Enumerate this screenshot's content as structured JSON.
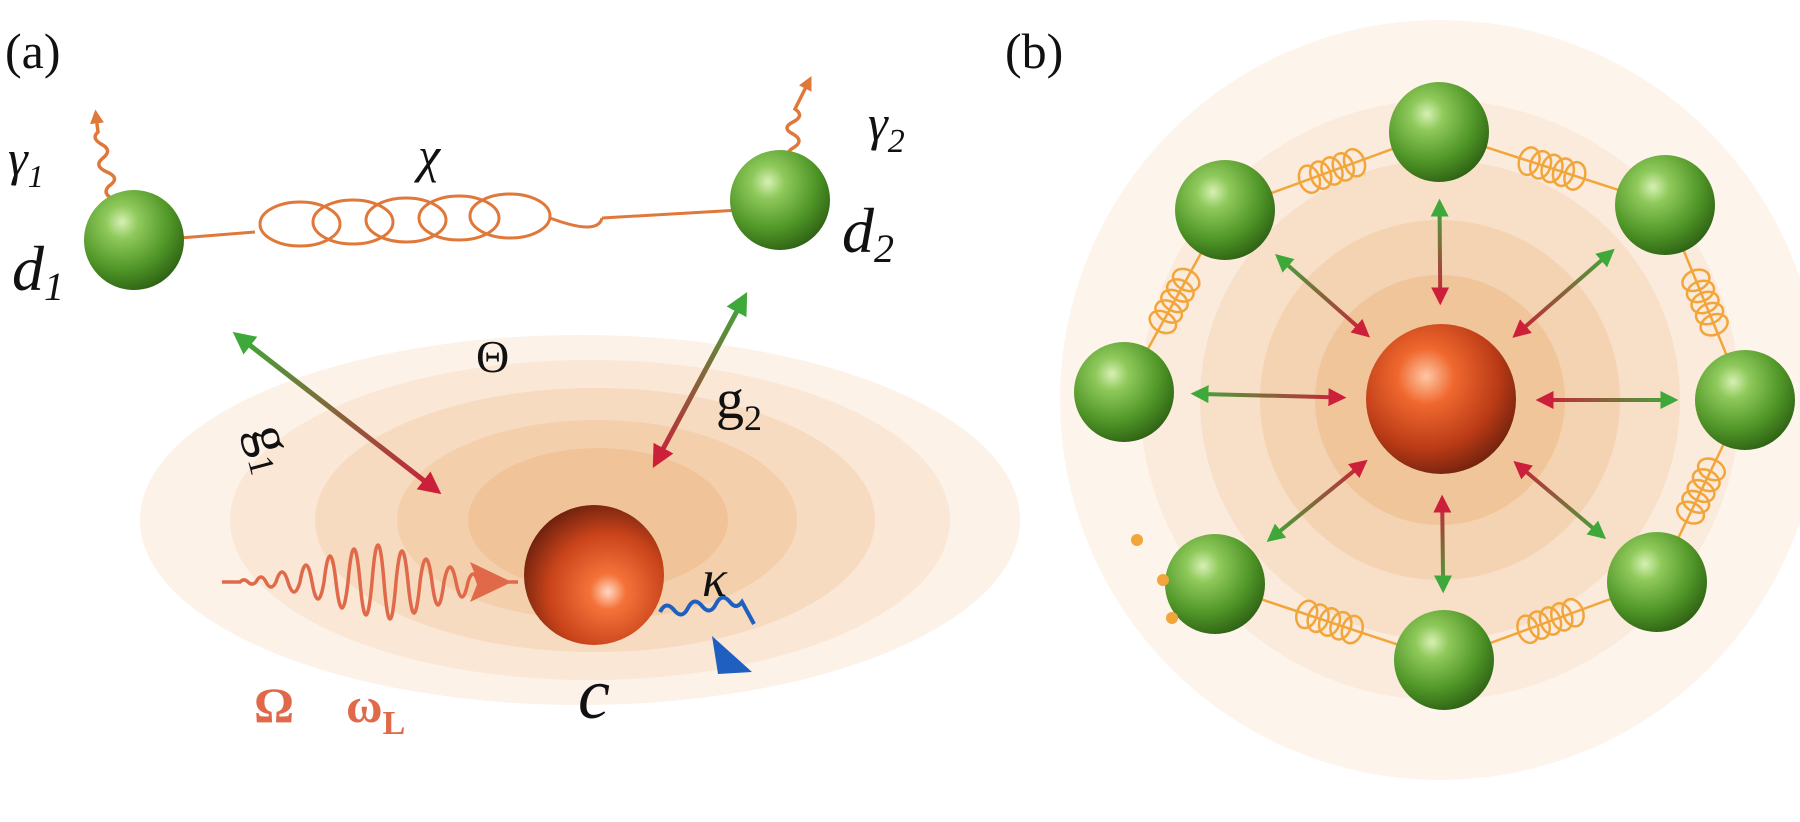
{
  "panel_a": {
    "label": "(a)",
    "gamma1": "γ",
    "gamma1_sub": "1",
    "gamma2": "γ",
    "gamma2_sub": "2",
    "chi": "χ",
    "d1": "d",
    "d1_sub": "1",
    "d2": "d",
    "d2_sub": "2",
    "theta": "Θ",
    "g1": "g",
    "g1_sub": "1",
    "g2": "g",
    "g2_sub": "2",
    "kappa": "κ",
    "omega_rabi": "Ω",
    "omega_laser": "ω",
    "omega_laser_sub": "L",
    "cavity": "c"
  },
  "panel_b": {
    "label": "(b)",
    "ellipsis": "⋮"
  },
  "colors": {
    "emitter_green": "#5aa32c",
    "cavity_orange": "#d9531a",
    "spring": "#e0783a",
    "spring_b": "#f2a53a",
    "arrow_green": "#3fa83a",
    "arrow_red": "#cc1f3a",
    "decay_blue": "#1f5fbf",
    "pulse": "#e0694a",
    "label_red": "#e0694a"
  },
  "icons": {
    "emitter": "green-sphere",
    "cavity": "orange-sphere",
    "coupling": "spring-coil",
    "decay": "wavy-arrow",
    "drive": "wave-packet"
  }
}
